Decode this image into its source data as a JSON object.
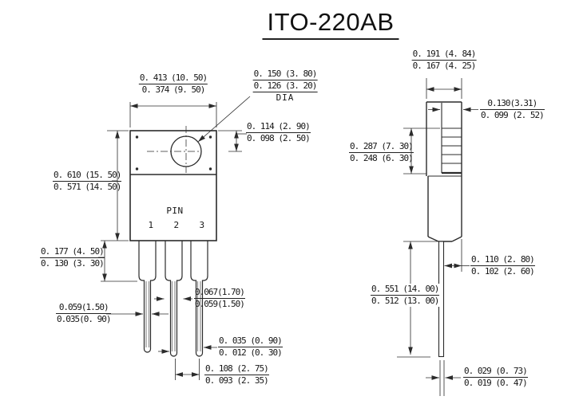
{
  "title": "ITO-220AB",
  "front_view": {
    "pin_label": "PIN",
    "pin_numbers": [
      "1",
      "2",
      "3"
    ],
    "dimensions": {
      "width": {
        "max": "0. 413 (10. 50)",
        "min": "0. 374 (9. 50)"
      },
      "height": {
        "max": "0. 610 (15. 50)",
        "min": "0. 571 (14. 50)"
      },
      "hole_diameter": {
        "max": "0. 150 (3. 80)",
        "min": "0. 126 (3. 20)",
        "suffix": "DIA"
      },
      "hole_offset": {
        "max": "0. 114 (2. 90)",
        "min": "0. 098 (2. 50)"
      },
      "shoulder_height": {
        "max": "0. 177 (4. 50)",
        "min": "0. 130 (3. 30)"
      },
      "lead_width_narrow": {
        "max": "0.059(1.50)",
        "min": "0.035(0. 90)"
      },
      "lead_width_wide": {
        "max": "0.067(1.70)",
        "min": "0.059(1.50)"
      },
      "lead_tip_width": {
        "max": "0. 035 (0. 90)",
        "min": "0. 012 (0. 30)"
      },
      "lead_pitch": {
        "max": "0. 108 (2. 75)",
        "min": "0. 093 (2. 35)"
      }
    }
  },
  "side_view": {
    "dimensions": {
      "overall_width": {
        "max": "0. 191 (4. 84)",
        "min": "0. 167 (4. 25)"
      },
      "tab_thickness": {
        "max": "0.130(3.31)",
        "min": "0. 099 (2. 52)"
      },
      "tab_height": {
        "max": "0. 287 (7. 30)",
        "min": "0. 248 (6. 30)"
      },
      "body_thickness": {
        "max": "0. 110 (2. 80)",
        "min": "0. 102 (2. 60)"
      },
      "lead_length": {
        "max": "0. 551 (14. 00)",
        "min": "0. 512 (13. 00)"
      },
      "lead_thickness": {
        "max": "0. 029 (0. 73)",
        "min": "0. 019 (0. 47)"
      }
    }
  }
}
